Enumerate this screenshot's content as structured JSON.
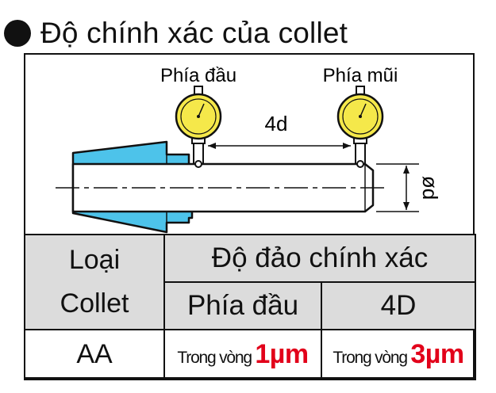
{
  "heading": {
    "title": "Độ chính xác của collet"
  },
  "diagram": {
    "label_left": "Phía đầu",
    "label_right": "Phía mũi",
    "dimension_length": "4d",
    "dimension_diameter": "ød",
    "colors": {
      "collet": "#4dc3ea",
      "gauge": "#f5e84a",
      "shaft": "#ffffff"
    }
  },
  "table": {
    "col_type_header": "Loại\nCollet",
    "col_runout_header": "Độ đảo chính xác",
    "sub_headers": [
      "Phía đầu",
      "4D"
    ],
    "rows": [
      {
        "type": "AA",
        "head_prefix": "Trong vòng",
        "head_value": "1µm",
        "tip_prefix": "Trong vòng",
        "tip_value": "3µm"
      }
    ]
  }
}
